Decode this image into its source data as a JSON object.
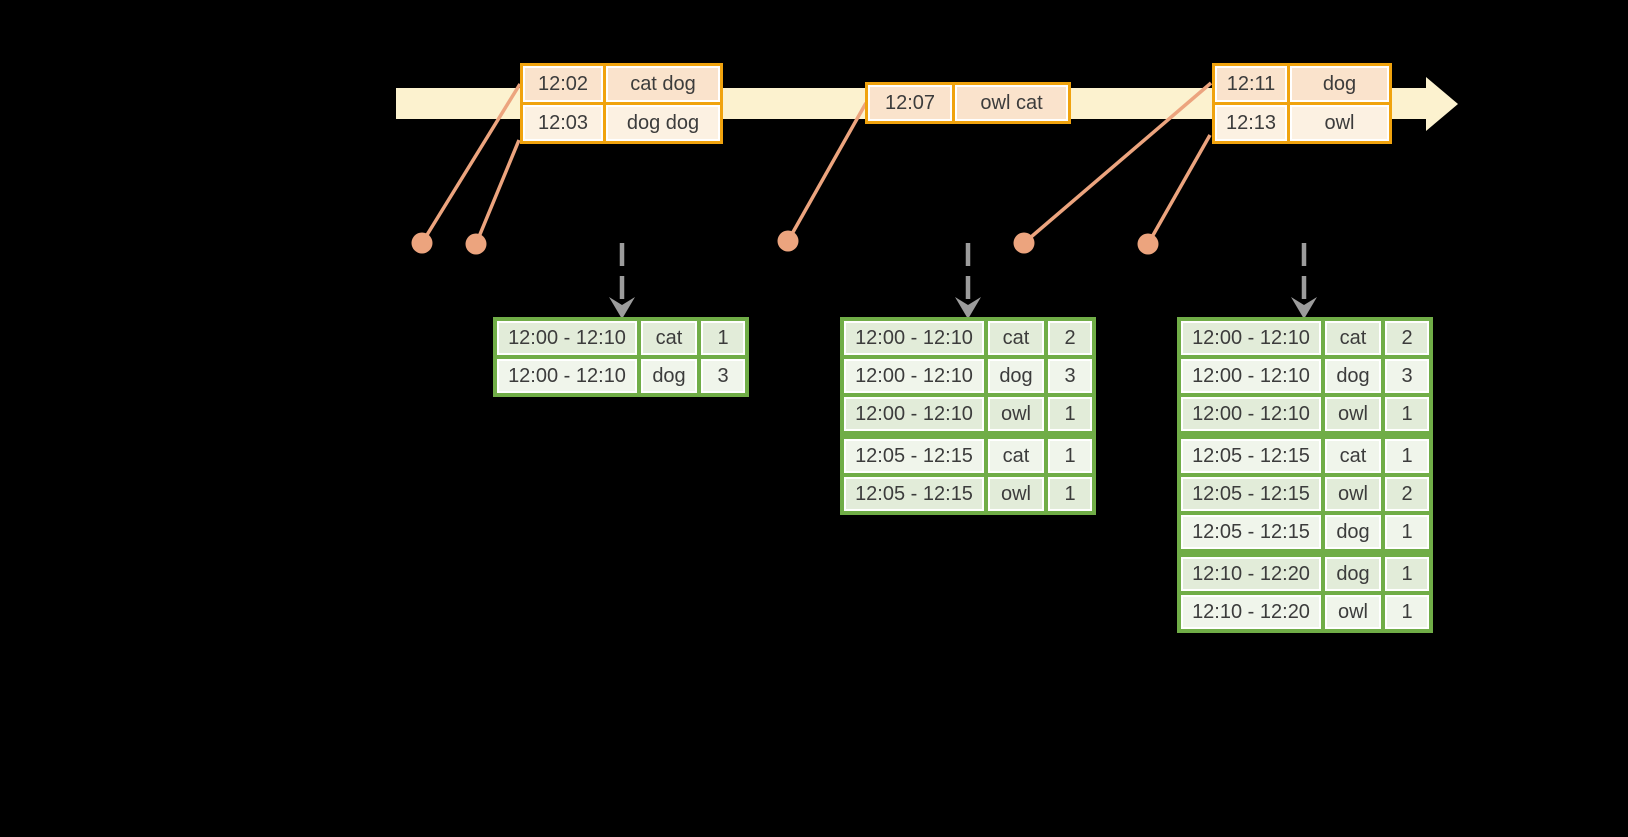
{
  "timeline": {
    "event_tables": [
      {
        "rows": [
          {
            "time": "12:02",
            "words": "cat dog"
          },
          {
            "time": "12:03",
            "words": "dog dog"
          }
        ]
      },
      {
        "rows": [
          {
            "time": "12:07",
            "words": "owl cat"
          }
        ]
      },
      {
        "rows": [
          {
            "time": "12:11",
            "words": "dog"
          },
          {
            "time": "12:13",
            "words": "owl"
          }
        ]
      }
    ]
  },
  "result_tables": [
    {
      "rows": [
        {
          "window": "12:00 - 12:10",
          "word": "cat",
          "count": "1"
        },
        {
          "window": "12:00 - 12:10",
          "word": "dog",
          "count": "3"
        }
      ]
    },
    {
      "rows": [
        {
          "window": "12:00 - 12:10",
          "word": "cat",
          "count": "2"
        },
        {
          "window": "12:00 - 12:10",
          "word": "dog",
          "count": "3"
        },
        {
          "window": "12:00 - 12:10",
          "word": "owl",
          "count": "1"
        },
        {
          "window": "12:05 - 12:15",
          "word": "cat",
          "count": "1"
        },
        {
          "window": "12:05 - 12:15",
          "word": "owl",
          "count": "1"
        }
      ]
    },
    {
      "rows": [
        {
          "window": "12:00 - 12:10",
          "word": "cat",
          "count": "2"
        },
        {
          "window": "12:00 - 12:10",
          "word": "dog",
          "count": "3"
        },
        {
          "window": "12:00 - 12:10",
          "word": "owl",
          "count": "1"
        },
        {
          "window": "12:05 - 12:15",
          "word": "cat",
          "count": "1"
        },
        {
          "window": "12:05 - 12:15",
          "word": "owl",
          "count": "2"
        },
        {
          "window": "12:05 - 12:15",
          "word": "dog",
          "count": "1"
        },
        {
          "window": "12:10 - 12:20",
          "word": "dog",
          "count": "1"
        },
        {
          "window": "12:10 - 12:20",
          "word": "owl",
          "count": "1"
        }
      ]
    }
  ],
  "colors": {
    "background": "#000000",
    "timeline_arrow": "#fcf2cf",
    "event_table_border": "#f0a30e",
    "event_row_dark": "#fae3cc",
    "event_row_light": "#fcf1e2",
    "result_table_border": "#70ad47",
    "result_row_dark": "#e2ecd9",
    "result_row_light": "#f0f5eb",
    "connector": "#eca47e",
    "trigger_arrow": "#9c9c9c",
    "text": "#3c3c3c"
  }
}
